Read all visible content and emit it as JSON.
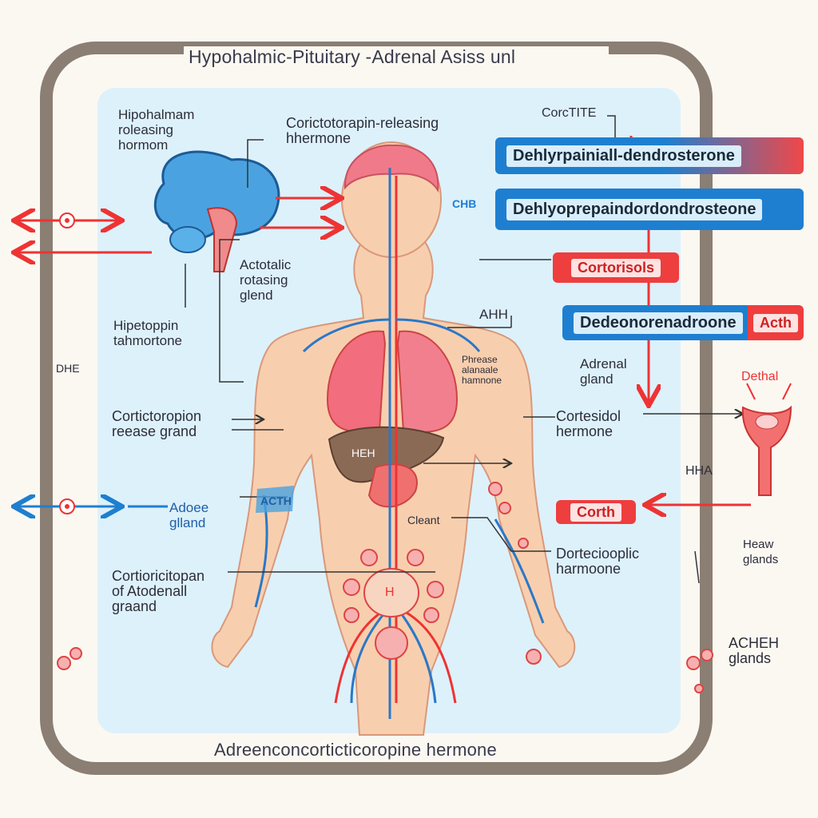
{
  "title": "Hypohalmic-Pituitary -Adrenal Asiss unl",
  "bottom_title": "Adreenconcorticticoropine hermone",
  "labels": {
    "hypothalamus_rel": "Hipohalmam\nroleasing\nhormom",
    "crh": "Corictotorapin-releasing\nhhermone",
    "pituitary": "Actotalic\nrotasing\nglend",
    "hipotoppin": "Hipetoppin\ntahmortone",
    "dhe": "DHE",
    "corticotropin_release": "Cortictoropion\nreease  grand",
    "adreno_gland": "Adoee\nglland",
    "corticotropan": "Cortioricitopan\nof Atodenall\ngraand",
    "phrease": "Phrease\nalanaale\nhamnone",
    "ahh": "AHH",
    "adrenal_gland": "Adrenal\ngland",
    "cortesidol": "Cortesidol\nhermone",
    "cleant": "Cleant",
    "dorteciooplic": "Dorteciooplic\nharmoone",
    "cortite": "CorcTITE",
    "chb": "CHB",
    "dethal": "Dethal",
    "hha": "HHA",
    "heaw": "Heaw\nglands",
    "acheh": "ACHEH\nglands",
    "ahh_side": "ACTH",
    "heh_liver": "HEH",
    "h_center": "H"
  },
  "boxes": {
    "dehydro1": "Dehlyrpainiall-dendrosterone",
    "dehydro2": "Dehlyoprepaindordondrosteone",
    "cortisol": "Cortorisols",
    "dederonor": "Dedeonorenadroone",
    "acth": "Acth",
    "corth": "Corth"
  },
  "colors": {
    "frame": "#8b7e73",
    "panel": "#ddf1fb",
    "blue": "#1e7fd0",
    "red": "#ee3e3e",
    "skin": "#f8cfae",
    "brain": "#4aa3e0"
  }
}
